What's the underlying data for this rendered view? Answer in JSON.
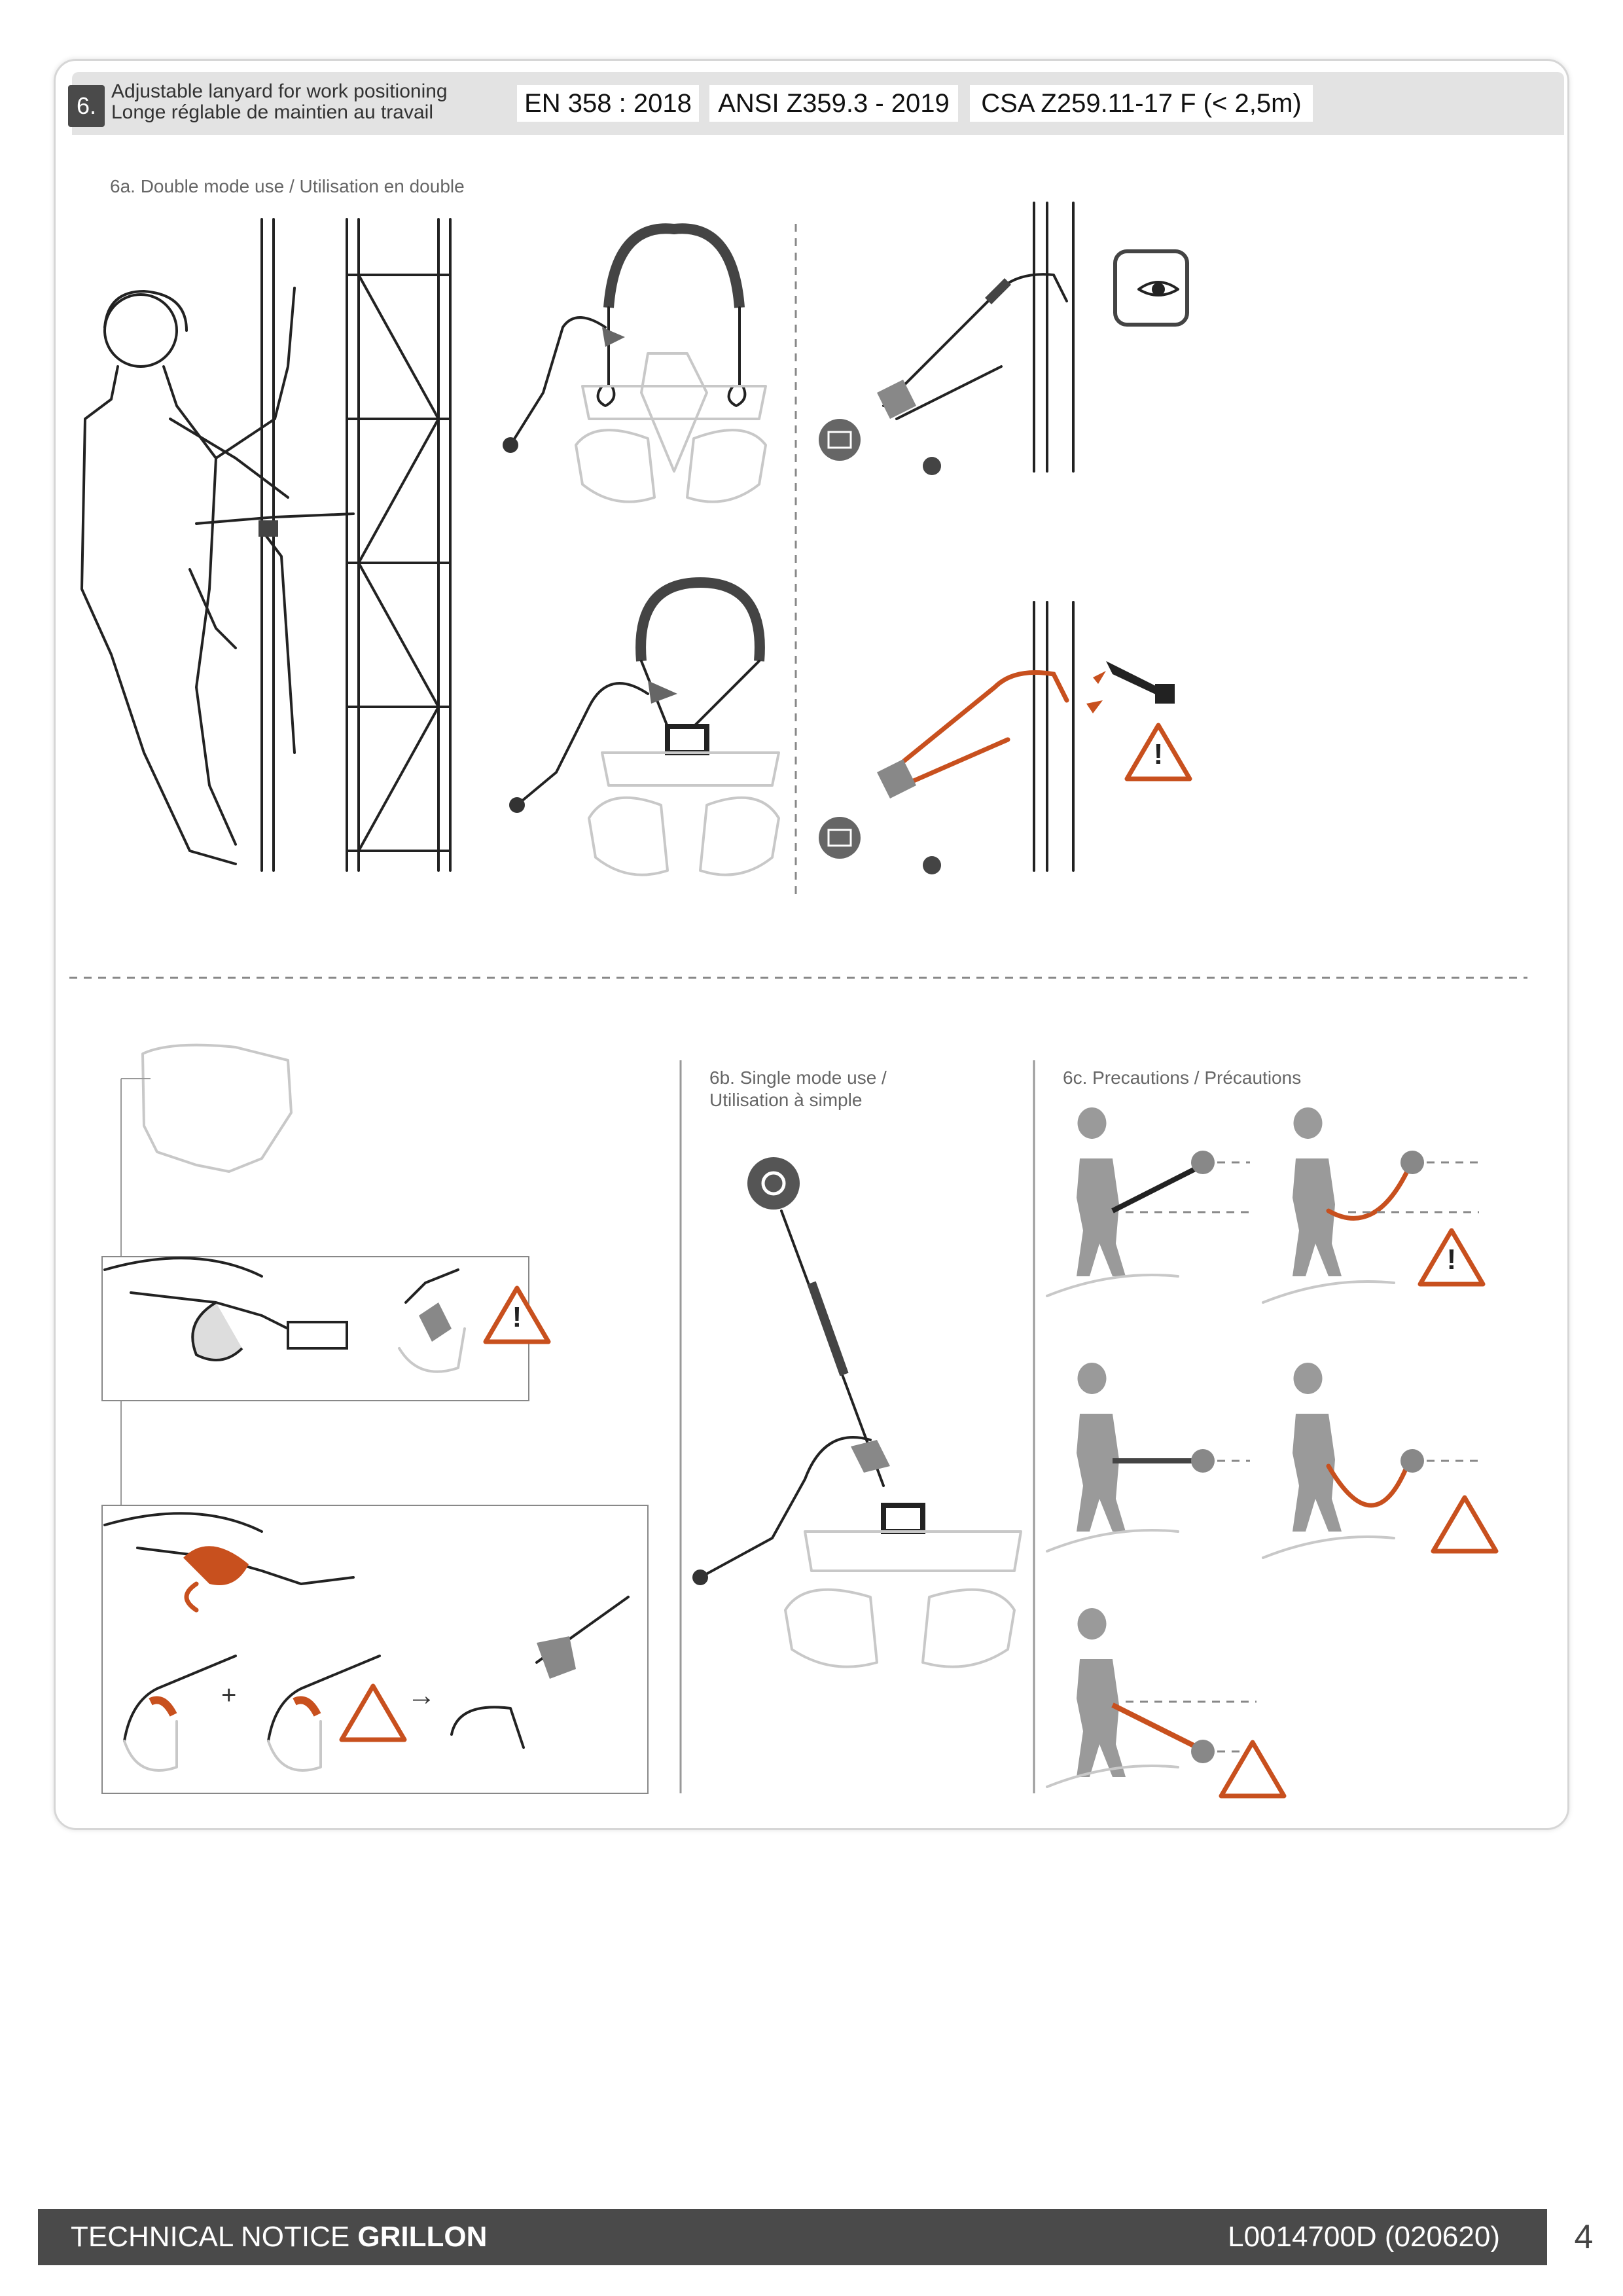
{
  "header": {
    "section_number": "6.",
    "title_en": "Adjustable lanyard for work positioning",
    "title_fr": "Longe réglable de maintien au travail",
    "standards": [
      "EN 358 : 2018",
      "ANSI Z359.3 - 2019",
      "CSA Z259.11-17 F (< 2,5m)"
    ]
  },
  "sections": {
    "double_mode": "6a. Double mode use / Utilisation en double",
    "single_mode_line1": "6b. Single mode use /",
    "single_mode_line2": "Utilisation à simple",
    "precautions": "6c. Precautions / Précautions"
  },
  "symbols": {
    "plus": "+",
    "arrow": "→",
    "warning": "!"
  },
  "colors": {
    "accent": "#c8501e",
    "dark": "#4a4a4a",
    "header_gray": "#e3e3e3"
  },
  "footer": {
    "title_prefix": "TECHNICAL NOTICE ",
    "title_product": "GRILLON",
    "reference": "L0014700D (020620)",
    "page": "4"
  }
}
